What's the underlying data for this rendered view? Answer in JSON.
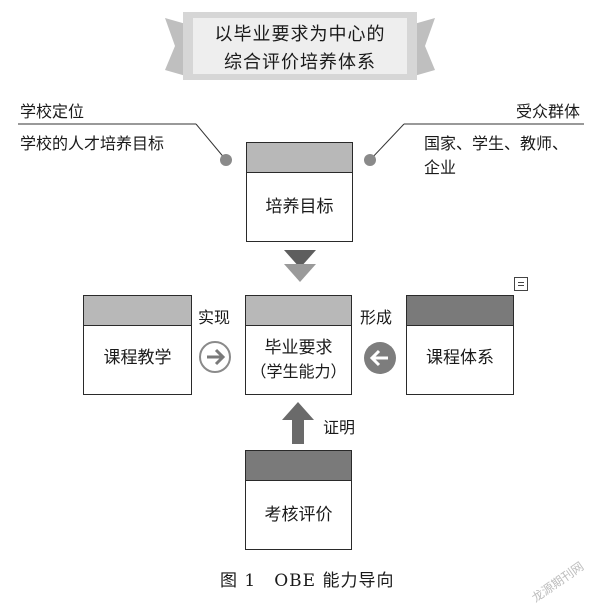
{
  "title": {
    "line1": "以毕业要求为中心的",
    "line2": "综合评价培养体系"
  },
  "left_info": {
    "heading": "学校定位",
    "text": "学校的人才培养目标"
  },
  "right_info": {
    "heading": "受众群体",
    "text_line1": "国家、学生、教师、",
    "text_line2": "企业"
  },
  "boxes": {
    "top": "培养目标",
    "left": "课程教学",
    "center_line1": "毕业要求",
    "center_line2": "（学生能力）",
    "right": "课程体系",
    "bottom": "考核评价"
  },
  "arrow_labels": {
    "left": "实现",
    "right": "形成",
    "bottom": "证明"
  },
  "caption": "图 1　OBE 能力导向",
  "watermark": "龙源期刊网",
  "colors": {
    "head_light": "#b8b8b8",
    "head_dark": "#7a7a7a",
    "banner": "#d6d6d6",
    "dot": "#8a8a8a"
  }
}
